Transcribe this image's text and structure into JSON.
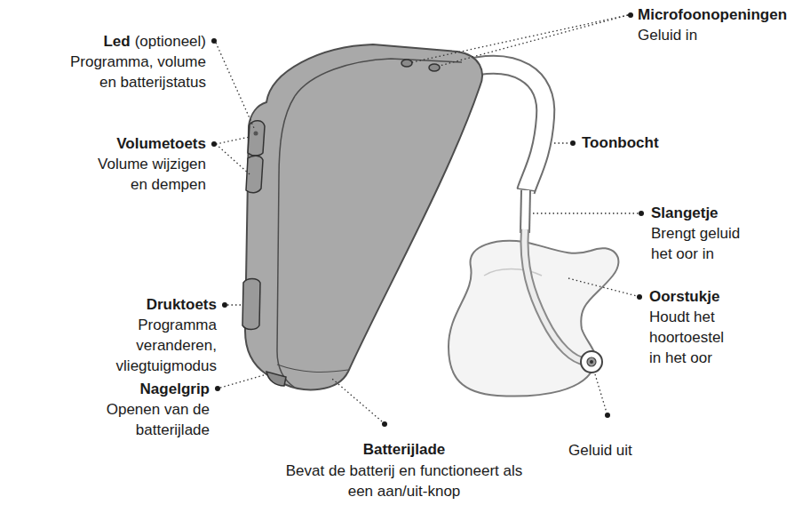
{
  "diagram": {
    "labels": [
      "Led",
      "(optioneel)",
      "Programma, volume en batterijstatus",
      "Volumetoets",
      "Volume wijzigen en dempen",
      "Druktoets",
      "Programma veranderen, vliegtuigmodus",
      "Nagelgrip",
      "Openen van de batterijlade",
      "Batterijlade",
      "Bevat de batterij en functioneert als een aan/uit-knop",
      "Microfoonopeningen",
      "Geluid in",
      "Toonbocht",
      "Slangetje",
      "Brengt geluid het oor in",
      "Oorstukje",
      "Houdt het hoortoestel in het oor",
      "Geluid uit"
    ]
  }
}
